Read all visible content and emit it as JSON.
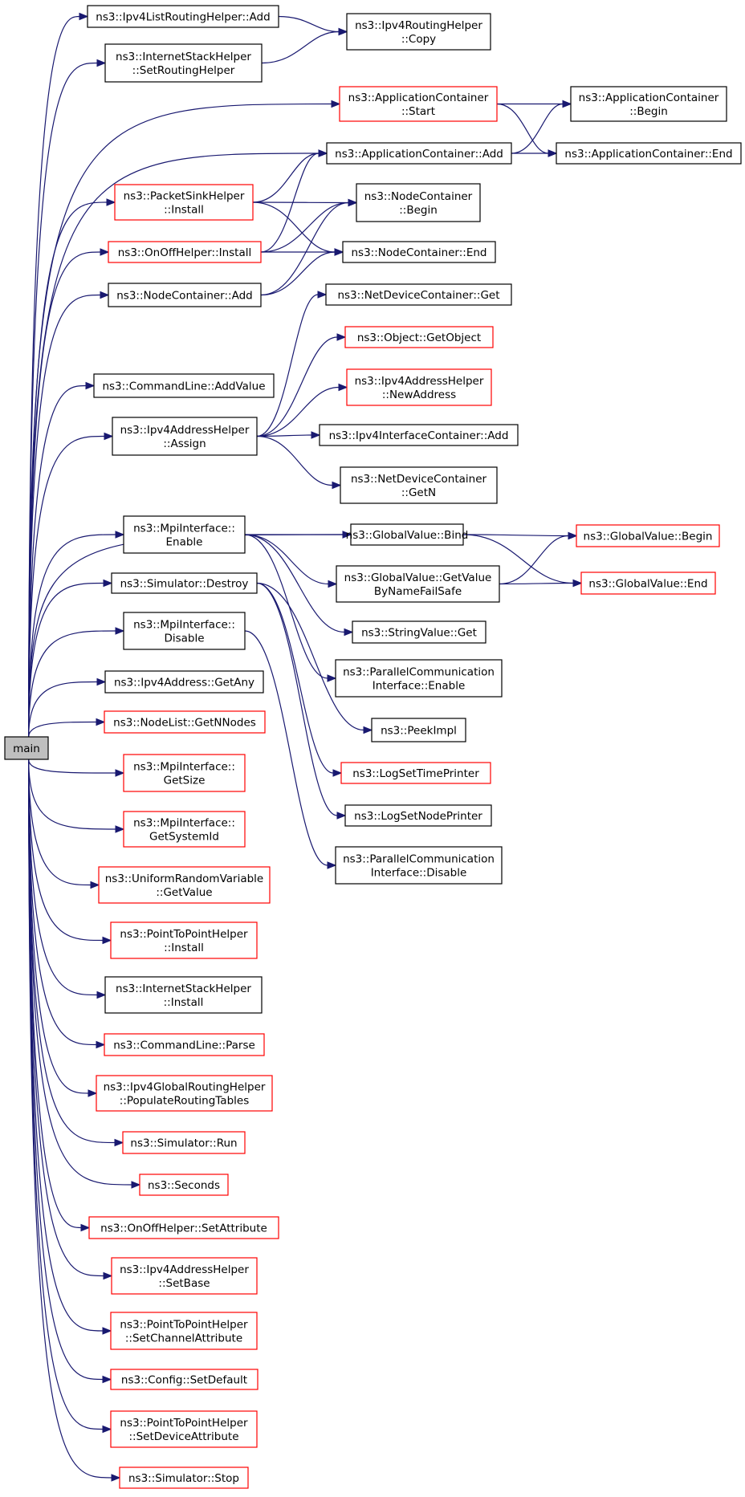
{
  "colors": {
    "edge": "#191970",
    "node_border_default": "#000000",
    "node_border_truncated": "#ff0000",
    "root_fill": "#bfbfbf",
    "node_fill": "#ffffff"
  },
  "nodes": [
    {
      "id": "main",
      "lines": [
        "main"
      ],
      "style": "root"
    },
    {
      "id": "ipv4list_add",
      "lines": [
        "ns3::Ipv4ListRoutingHelper::Add"
      ],
      "style": "black"
    },
    {
      "id": "ipv4rh_copy",
      "lines": [
        "ns3::Ipv4RoutingHelper",
        "::Copy"
      ],
      "style": "black"
    },
    {
      "id": "ish_setrouting",
      "lines": [
        "ns3::InternetStackHelper",
        "::SetRoutingHelper"
      ],
      "style": "black"
    },
    {
      "id": "appc_start",
      "lines": [
        "ns3::ApplicationContainer",
        "::Start"
      ],
      "style": "red"
    },
    {
      "id": "appc_begin",
      "lines": [
        "ns3::ApplicationContainer",
        "::Begin"
      ],
      "style": "black"
    },
    {
      "id": "appc_add",
      "lines": [
        "ns3::ApplicationContainer::Add"
      ],
      "style": "black"
    },
    {
      "id": "appc_end",
      "lines": [
        "ns3::ApplicationContainer::End"
      ],
      "style": "black"
    },
    {
      "id": "psh_install",
      "lines": [
        "ns3::PacketSinkHelper",
        "::Install"
      ],
      "style": "red"
    },
    {
      "id": "nc_begin",
      "lines": [
        "ns3::NodeContainer",
        "::Begin"
      ],
      "style": "black"
    },
    {
      "id": "onoff_install",
      "lines": [
        "ns3::OnOffHelper::Install"
      ],
      "style": "red"
    },
    {
      "id": "nc_end",
      "lines": [
        "ns3::NodeContainer::End"
      ],
      "style": "black"
    },
    {
      "id": "nc_add",
      "lines": [
        "ns3::NodeContainer::Add"
      ],
      "style": "black"
    },
    {
      "id": "ndc_get",
      "lines": [
        "ns3::NetDeviceContainer::Get"
      ],
      "style": "black"
    },
    {
      "id": "obj_getobject",
      "lines": [
        "ns3::Object::GetObject"
      ],
      "style": "red"
    },
    {
      "id": "cl_addvalue",
      "lines": [
        "ns3::CommandLine::AddValue"
      ],
      "style": "black"
    },
    {
      "id": "ipv4ah_newaddress",
      "lines": [
        "ns3::Ipv4AddressHelper",
        "::NewAddress"
      ],
      "style": "red"
    },
    {
      "id": "ipv4ah_assign",
      "lines": [
        "ns3::Ipv4AddressHelper",
        "::Assign"
      ],
      "style": "black"
    },
    {
      "id": "ipv4ic_add",
      "lines": [
        "ns3::Ipv4InterfaceContainer::Add"
      ],
      "style": "black"
    },
    {
      "id": "ndc_getn",
      "lines": [
        "ns3::NetDeviceContainer",
        "::GetN"
      ],
      "style": "black"
    },
    {
      "id": "mpi_enable",
      "lines": [
        "ns3::MpiInterface::",
        "Enable"
      ],
      "style": "black"
    },
    {
      "id": "gv_bind",
      "lines": [
        "ns3::GlobalValue::Bind"
      ],
      "style": "black"
    },
    {
      "id": "gv_begin",
      "lines": [
        "ns3::GlobalValue::Begin"
      ],
      "style": "red"
    },
    {
      "id": "sim_destroy",
      "lines": [
        "ns3::Simulator::Destroy"
      ],
      "style": "black"
    },
    {
      "id": "gv_getvalue",
      "lines": [
        "ns3::GlobalValue::GetValue",
        "ByNameFailSafe"
      ],
      "style": "black"
    },
    {
      "id": "gv_end",
      "lines": [
        "ns3::GlobalValue::End"
      ],
      "style": "red"
    },
    {
      "id": "mpi_disable",
      "lines": [
        "ns3::MpiInterface::",
        "Disable"
      ],
      "style": "black"
    },
    {
      "id": "sv_get",
      "lines": [
        "ns3::StringValue::Get"
      ],
      "style": "black"
    },
    {
      "id": "pci_enable",
      "lines": [
        "ns3::ParallelCommunication",
        "Interface::Enable"
      ],
      "style": "black"
    },
    {
      "id": "ipv4addr_getany",
      "lines": [
        "ns3::Ipv4Address::GetAny"
      ],
      "style": "black"
    },
    {
      "id": "peekimpl",
      "lines": [
        "ns3::PeekImpl"
      ],
      "style": "black"
    },
    {
      "id": "nodelist_getn",
      "lines": [
        "ns3::NodeList::GetNNodes"
      ],
      "style": "red"
    },
    {
      "id": "logsettime",
      "lines": [
        "ns3::LogSetTimePrinter"
      ],
      "style": "red"
    },
    {
      "id": "mpi_getsize",
      "lines": [
        "ns3::MpiInterface::",
        "GetSize"
      ],
      "style": "red"
    },
    {
      "id": "logsetnode",
      "lines": [
        "ns3::LogSetNodePrinter"
      ],
      "style": "black"
    },
    {
      "id": "mpi_getsysid",
      "lines": [
        "ns3::MpiInterface::",
        "GetSystemId"
      ],
      "style": "red"
    },
    {
      "id": "pci_disable",
      "lines": [
        "ns3::ParallelCommunication",
        "Interface::Disable"
      ],
      "style": "black"
    },
    {
      "id": "urv_getvalue",
      "lines": [
        "ns3::UniformRandomVariable",
        "::GetValue"
      ],
      "style": "red"
    },
    {
      "id": "p2p_install",
      "lines": [
        "ns3::PointToPointHelper",
        "::Install"
      ],
      "style": "red"
    },
    {
      "id": "ish_install",
      "lines": [
        "ns3::InternetStackHelper",
        "::Install"
      ],
      "style": "black"
    },
    {
      "id": "cl_parse",
      "lines": [
        "ns3::CommandLine::Parse"
      ],
      "style": "red"
    },
    {
      "id": "ipv4grh_populate",
      "lines": [
        "ns3::Ipv4GlobalRoutingHelper",
        "::PopulateRoutingTables"
      ],
      "style": "red"
    },
    {
      "id": "sim_run",
      "lines": [
        "ns3::Simulator::Run"
      ],
      "style": "red"
    },
    {
      "id": "seconds",
      "lines": [
        "ns3::Seconds"
      ],
      "style": "red"
    },
    {
      "id": "onoff_setattr",
      "lines": [
        "ns3::OnOffHelper::SetAttribute"
      ],
      "style": "red"
    },
    {
      "id": "ipv4ah_setbase",
      "lines": [
        "ns3::Ipv4AddressHelper",
        "::SetBase"
      ],
      "style": "red"
    },
    {
      "id": "p2p_setchannel",
      "lines": [
        "ns3::PointToPointHelper",
        "::SetChannelAttribute"
      ],
      "style": "red"
    },
    {
      "id": "config_setdefault",
      "lines": [
        "ns3::Config::SetDefault"
      ],
      "style": "red"
    },
    {
      "id": "p2p_setdevice",
      "lines": [
        "ns3::PointToPointHelper",
        "::SetDeviceAttribute"
      ],
      "style": "red"
    },
    {
      "id": "sim_stop",
      "lines": [
        "ns3::Simulator::Stop"
      ],
      "style": "red"
    }
  ],
  "edges": [
    [
      "main",
      "ipv4list_add"
    ],
    [
      "main",
      "ish_setrouting"
    ],
    [
      "main",
      "appc_start"
    ],
    [
      "main",
      "appc_add"
    ],
    [
      "main",
      "psh_install"
    ],
    [
      "main",
      "onoff_install"
    ],
    [
      "main",
      "nc_add"
    ],
    [
      "main",
      "cl_addvalue"
    ],
    [
      "main",
      "ipv4ah_assign"
    ],
    [
      "main",
      "gv_bind"
    ],
    [
      "main",
      "mpi_enable"
    ],
    [
      "main",
      "sim_destroy"
    ],
    [
      "main",
      "mpi_disable"
    ],
    [
      "main",
      "ipv4addr_getany"
    ],
    [
      "main",
      "nodelist_getn"
    ],
    [
      "main",
      "mpi_getsize"
    ],
    [
      "main",
      "mpi_getsysid"
    ],
    [
      "main",
      "urv_getvalue"
    ],
    [
      "main",
      "p2p_install"
    ],
    [
      "main",
      "ish_install"
    ],
    [
      "main",
      "cl_parse"
    ],
    [
      "main",
      "ipv4grh_populate"
    ],
    [
      "main",
      "sim_run"
    ],
    [
      "main",
      "seconds"
    ],
    [
      "main",
      "onoff_setattr"
    ],
    [
      "main",
      "ipv4ah_setbase"
    ],
    [
      "main",
      "p2p_setchannel"
    ],
    [
      "main",
      "config_setdefault"
    ],
    [
      "main",
      "p2p_setdevice"
    ],
    [
      "main",
      "sim_stop"
    ],
    [
      "ipv4list_add",
      "ipv4rh_copy"
    ],
    [
      "ish_setrouting",
      "ipv4rh_copy"
    ],
    [
      "appc_start",
      "appc_begin"
    ],
    [
      "appc_start",
      "appc_end"
    ],
    [
      "appc_add",
      "appc_begin"
    ],
    [
      "appc_add",
      "appc_end"
    ],
    [
      "psh_install",
      "appc_add"
    ],
    [
      "psh_install",
      "nc_begin"
    ],
    [
      "psh_install",
      "nc_end"
    ],
    [
      "onoff_install",
      "appc_add"
    ],
    [
      "onoff_install",
      "nc_begin"
    ],
    [
      "onoff_install",
      "nc_end"
    ],
    [
      "nc_add",
      "nc_begin"
    ],
    [
      "nc_add",
      "nc_end"
    ],
    [
      "ipv4ah_assign",
      "ndc_get"
    ],
    [
      "ipv4ah_assign",
      "obj_getobject"
    ],
    [
      "ipv4ah_assign",
      "ipv4ah_newaddress"
    ],
    [
      "ipv4ah_assign",
      "ipv4ic_add"
    ],
    [
      "ipv4ah_assign",
      "ndc_getn"
    ],
    [
      "mpi_enable",
      "gv_bind"
    ],
    [
      "mpi_enable",
      "gv_getvalue"
    ],
    [
      "mpi_enable",
      "sv_get"
    ],
    [
      "mpi_enable",
      "pci_enable"
    ],
    [
      "gv_bind",
      "gv_begin"
    ],
    [
      "gv_bind",
      "gv_end"
    ],
    [
      "gv_getvalue",
      "gv_begin"
    ],
    [
      "gv_getvalue",
      "gv_end"
    ],
    [
      "sim_destroy",
      "peekimpl"
    ],
    [
      "sim_destroy",
      "logsettime"
    ],
    [
      "sim_destroy",
      "logsetnode"
    ],
    [
      "mpi_disable",
      "pci_disable"
    ]
  ]
}
